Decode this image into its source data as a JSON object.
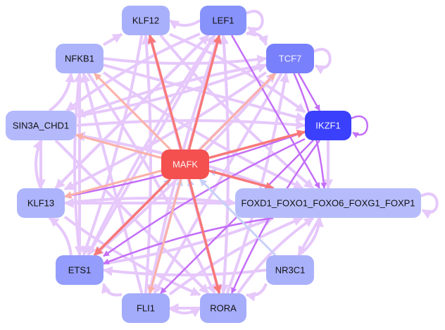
{
  "nodes": [
    {
      "id": "KLF12",
      "label": "KLF12",
      "color": "#a9b0fb",
      "text_color": "#111111"
    },
    {
      "id": "LEF1",
      "label": "LEF1",
      "color": "#8892fb",
      "text_color": "#111111"
    },
    {
      "id": "NFKB1",
      "label": "NFKB1",
      "color": "#acb3fb",
      "text_color": "#111111"
    },
    {
      "id": "TCF7",
      "label": "TCF7",
      "color": "#7880fb",
      "text_color": "#f4f4ff"
    },
    {
      "id": "SIN3A_CHD1",
      "label": "SIN3A_CHD1",
      "color": "#b3b9fb",
      "text_color": "#111111"
    },
    {
      "id": "IKZF1",
      "label": "IKZF1",
      "color": "#3a40fb",
      "text_color": "#f4f4ff"
    },
    {
      "id": "MAFK",
      "label": "MAFK",
      "color": "#f45050",
      "text_color": "#fff4f4"
    },
    {
      "id": "KLF13",
      "label": "KLF13",
      "color": "#adb4fb",
      "text_color": "#111111"
    },
    {
      "id": "FOXD1",
      "label": "FOXD1_FOXO1_FOXO6_FOXG1_FOXP1",
      "color": "#b6bcfb",
      "text_color": "#111111"
    },
    {
      "id": "ETS1",
      "label": "ETS1",
      "color": "#949dfb",
      "text_color": "#111111"
    },
    {
      "id": "NR3C1",
      "label": "NR3C1",
      "color": "#aab1fb",
      "text_color": "#111111"
    },
    {
      "id": "FLI1",
      "label": "FLI1",
      "color": "#a3abfb",
      "text_color": "#111111"
    },
    {
      "id": "RORA",
      "label": "RORA",
      "color": "#a6adfb",
      "text_color": "#111111"
    }
  ],
  "edge_colors": {
    "activate_strong": "#f87878",
    "activate_weak": "#fbb0a8",
    "repress": "#c8d0f8",
    "regulate": "#e6c8fb",
    "regulate_strong": "#c46ef8"
  },
  "edges": [
    [
      "MAFK",
      "KLF12",
      "activate_strong"
    ],
    [
      "MAFK",
      "LEF1",
      "activate_strong"
    ],
    [
      "MAFK",
      "NFKB1",
      "activate_weak"
    ],
    [
      "MAFK",
      "TCF7",
      "activate_weak"
    ],
    [
      "MAFK",
      "SIN3A_CHD1",
      "activate_weak"
    ],
    [
      "MAFK",
      "IKZF1",
      "activate_strong"
    ],
    [
      "MAFK",
      "KLF13",
      "activate_weak"
    ],
    [
      "MAFK",
      "FOXD1",
      "activate_strong"
    ],
    [
      "MAFK",
      "ETS1",
      "activate_strong"
    ],
    [
      "MAFK",
      "RORA",
      "activate_strong"
    ],
    [
      "MAFK",
      "FLI1",
      "activate_weak"
    ],
    [
      "ETS1",
      "MAFK",
      "repress"
    ],
    [
      "FLI1",
      "MAFK",
      "repress"
    ],
    [
      "RORA",
      "MAFK",
      "repress"
    ],
    [
      "NR3C1",
      "MAFK",
      "repress"
    ],
    [
      "FOXD1",
      "MAFK",
      "repress"
    ],
    [
      "LEF1",
      "KLF12",
      "regulate"
    ],
    [
      "LEF1",
      "LEF1",
      "regulate"
    ],
    [
      "TCF7",
      "TCF7",
      "regulate"
    ],
    [
      "IKZF1",
      "IKZF1",
      "regulate_strong"
    ],
    [
      "FOXD1",
      "FOXD1",
      "regulate"
    ],
    [
      "TCF7",
      "IKZF1",
      "regulate_strong"
    ],
    [
      "IKZF1",
      "FOXD1",
      "regulate"
    ],
    [
      "TCF7",
      "LEF1",
      "regulate"
    ],
    [
      "LEF1",
      "TCF7",
      "regulate"
    ],
    [
      "NFKB1",
      "KLF12",
      "regulate"
    ],
    [
      "SIN3A_CHD1",
      "NFKB1",
      "regulate"
    ],
    [
      "KLF13",
      "SIN3A_CHD1",
      "regulate"
    ],
    [
      "SIN3A_CHD1",
      "KLF13",
      "regulate"
    ],
    [
      "ETS1",
      "KLF13",
      "regulate"
    ],
    [
      "FLI1",
      "ETS1",
      "regulate"
    ],
    [
      "RORA",
      "FLI1",
      "regulate"
    ],
    [
      "FLI1",
      "RORA",
      "regulate"
    ],
    [
      "NR3C1",
      "RORA",
      "regulate"
    ],
    [
      "FOXD1",
      "NR3C1",
      "regulate"
    ],
    [
      "NR3C1",
      "FOXD1",
      "regulate"
    ],
    [
      "IKZF1",
      "ETS1",
      "regulate_strong"
    ],
    [
      "IKZF1",
      "KLF13",
      "regulate_strong"
    ],
    [
      "IKZF1",
      "FLI1",
      "regulate_strong"
    ],
    [
      "IKZF1",
      "RORA",
      "regulate_strong"
    ],
    [
      "TCF7",
      "ETS1",
      "regulate"
    ],
    [
      "TCF7",
      "FLI1",
      "regulate"
    ],
    [
      "TCF7",
      "SIN3A_CHD1",
      "regulate"
    ],
    [
      "TCF7",
      "KLF13",
      "regulate"
    ],
    [
      "TCF7",
      "FOXD1",
      "regulate_strong"
    ],
    [
      "LEF1",
      "ETS1",
      "regulate"
    ],
    [
      "LEF1",
      "FLI1",
      "regulate"
    ],
    [
      "LEF1",
      "RORA",
      "regulate"
    ],
    [
      "LEF1",
      "KLF13",
      "regulate"
    ],
    [
      "LEF1",
      "FOXD1",
      "regulate_strong"
    ],
    [
      "LEF1",
      "SIN3A_CHD1",
      "regulate"
    ],
    [
      "KLF12",
      "ETS1",
      "regulate"
    ],
    [
      "KLF12",
      "RORA",
      "regulate"
    ],
    [
      "KLF12",
      "FOXD1",
      "regulate"
    ],
    [
      "KLF12",
      "IKZF1",
      "regulate"
    ],
    [
      "NFKB1",
      "IKZF1",
      "regulate"
    ],
    [
      "NFKB1",
      "FOXD1",
      "regulate"
    ],
    [
      "NFKB1",
      "RORA",
      "regulate"
    ],
    [
      "NFKB1",
      "ETS1",
      "regulate"
    ],
    [
      "NFKB1",
      "TCF7",
      "regulate"
    ],
    [
      "SIN3A_CHD1",
      "IKZF1",
      "regulate"
    ],
    [
      "SIN3A_CHD1",
      "RORA",
      "regulate"
    ],
    [
      "SIN3A_CHD1",
      "TCF7",
      "regulate"
    ],
    [
      "KLF13",
      "FOXD1",
      "regulate"
    ],
    [
      "KLF13",
      "LEF1",
      "regulate"
    ],
    [
      "KLF13",
      "RORA",
      "regulate"
    ],
    [
      "ETS1",
      "LEF1",
      "regulate"
    ],
    [
      "ETS1",
      "TCF7",
      "regulate"
    ],
    [
      "ETS1",
      "FOXD1",
      "regulate"
    ],
    [
      "ETS1",
      "NFKB1",
      "regulate"
    ],
    [
      "FLI1",
      "LEF1",
      "regulate"
    ],
    [
      "FLI1",
      "KLF12",
      "regulate"
    ],
    [
      "FLI1",
      "FOXD1",
      "regulate"
    ],
    [
      "FLI1",
      "NFKB1",
      "regulate"
    ],
    [
      "RORA",
      "TCF7",
      "regulate"
    ],
    [
      "RORA",
      "FOXD1",
      "regulate"
    ],
    [
      "RORA",
      "KLF12",
      "regulate"
    ],
    [
      "RORA",
      "LEF1",
      "regulate"
    ],
    [
      "NR3C1",
      "ETS1",
      "regulate"
    ],
    [
      "FOXD1",
      "KLF13",
      "regulate"
    ],
    [
      "FOXD1",
      "ETS1",
      "regulate_strong"
    ],
    [
      "FOXD1",
      "SIN3A_CHD1",
      "regulate"
    ]
  ]
}
